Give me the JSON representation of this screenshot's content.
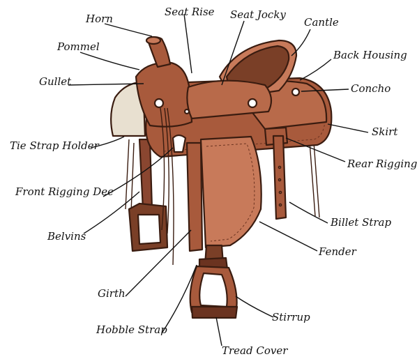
{
  "labels": {
    "horn": "Horn",
    "seat_rise": "Seat Rise",
    "seat_jockey": "Seat Jocky",
    "cantle": "Cantle",
    "pommel": "Pommel",
    "back_housing": "Back Housing",
    "gullet": "Gullet",
    "concho": "Concho",
    "skirt": "Skirt",
    "tie_strap_holder": "Tie Strap Holder",
    "rear_rigging": "Rear Rigging",
    "front_rigging_dee": "Front Rigging Dee",
    "billet_strap": "Billet Strap",
    "belvins": "Belvins",
    "fender": "Fender",
    "girth": "Girth",
    "stirrup": "Stirrup",
    "hobble_strap": "Hobble Strap",
    "tread_cover": "Tread Cover"
  },
  "colors": {
    "leather": "#a85a3c",
    "leather_light": "#c87a5a",
    "leather_dark": "#6b3320",
    "seat": "#7a3f27",
    "fleece": "#e8e0d0",
    "ink": "#111111"
  }
}
